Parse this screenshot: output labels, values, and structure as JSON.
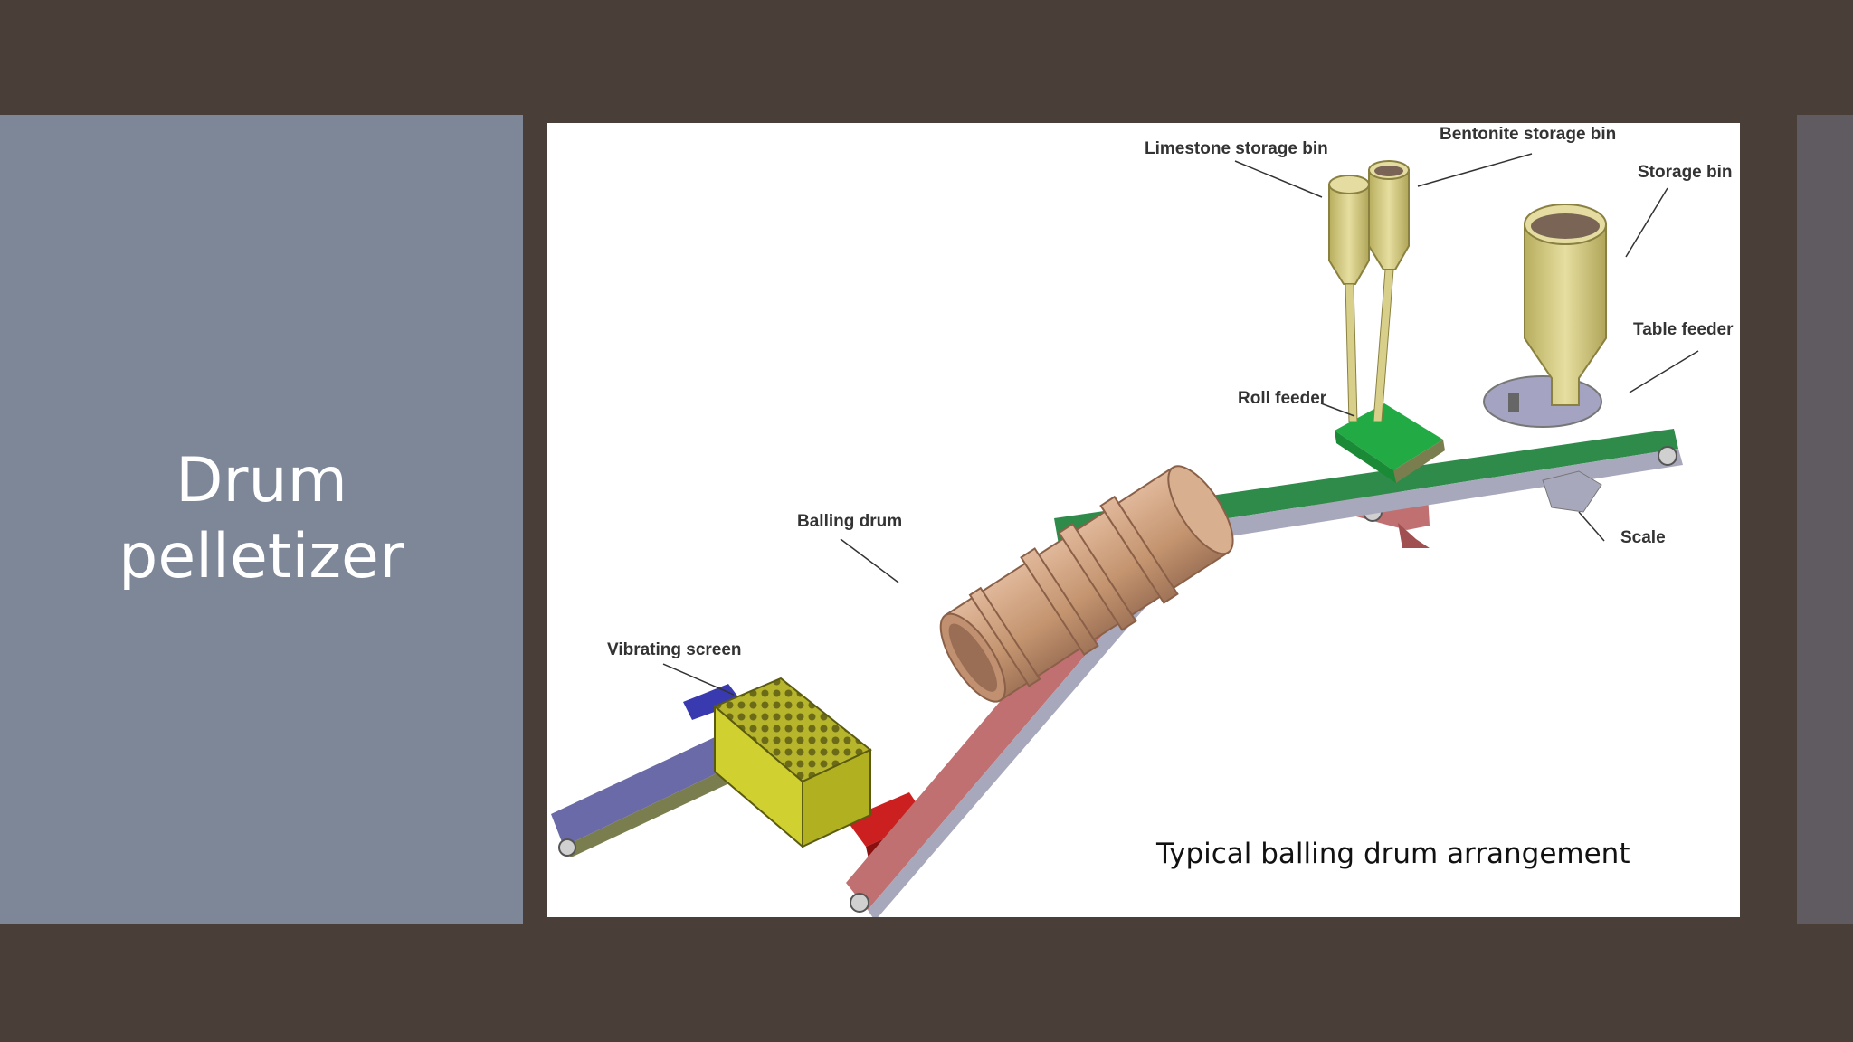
{
  "slide": {
    "title": "Drum\npelletizer"
  },
  "figure": {
    "labels": {
      "limestone_bin": "Limestone storage bin",
      "bentonite_bin": "Bentonite storage bin",
      "storage_bin": "Storage bin",
      "table_feeder": "Table feeder",
      "roll_feeder": "Roll feeder",
      "scale": "Scale",
      "balling_drum": "Balling drum",
      "vibrating_screen": "Vibrating screen"
    },
    "caption": "Typical balling drum arrangement"
  },
  "colors": {
    "background": "#4a3f38",
    "side_panel": "#7d8797",
    "green_conveyor": "#2e8b4a",
    "red_conveyor": "#c07070",
    "blue_conveyor": "#6a6aa8",
    "drum": "#c99a7c",
    "screen": "#c8c838",
    "bins": "#d8d08a"
  }
}
